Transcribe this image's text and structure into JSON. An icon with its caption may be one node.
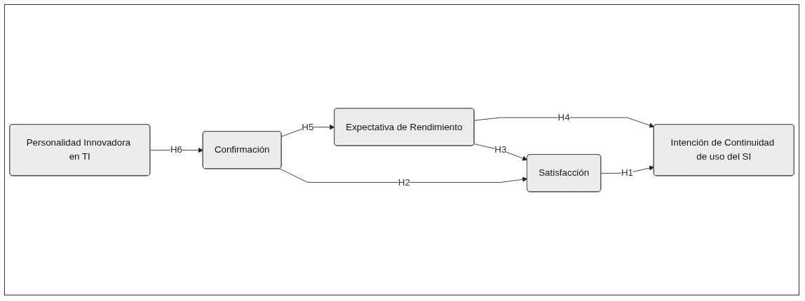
{
  "diagram": {
    "nodes": [
      {
        "text": [
          "Expectativa de Rendimiento"
        ]
      },
      {
        "text": [
          "Satisfacción"
        ]
      },
      {
        "text": [
          "Intención de Continuidad de uso del SI"
        ]
      },
      {
        "text": [
          "Personalidad Innovadora en TI"
        ]
      },
      {
        "text": [
          "Confirmación"
        ]
      }
    ],
    "edges": [
      {
        "from": 0,
        "to": 2,
        "arrow": "to",
        "label": "H4"
      },
      {
        "from": 0,
        "to": 1,
        "arrow": "to",
        "label": "H3"
      },
      {
        "from": 4,
        "to": 0,
        "arrow": "to",
        "label": "H5"
      },
      {
        "from": 4,
        "to": 1,
        "arrow": "to",
        "label": "H2"
      },
      {
        "from": 1,
        "to": 2,
        "arrow": "to",
        "label": "H1"
      },
      {
        "from": 3,
        "to": 4,
        "arrow": "to",
        "label": "H6"
      }
    ]
  }
}
